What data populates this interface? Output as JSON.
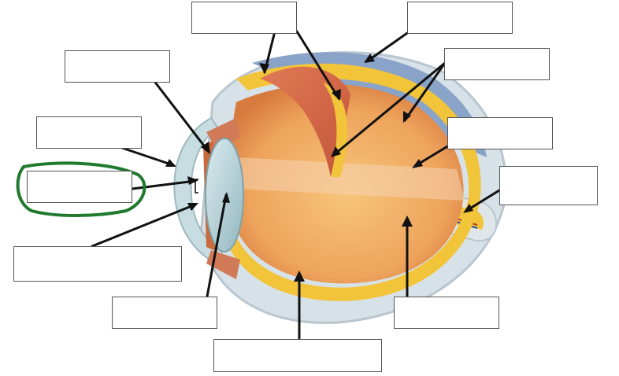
{
  "diagram": {
    "labels": [
      {
        "id": "top-center",
        "text": ""
      },
      {
        "id": "top-right",
        "text": ""
      },
      {
        "id": "upper-left",
        "text": ""
      },
      {
        "id": "right-1",
        "text": ""
      },
      {
        "id": "left-2",
        "text": ""
      },
      {
        "id": "right-2",
        "text": ""
      },
      {
        "id": "left-3",
        "text": "",
        "highlighted": true
      },
      {
        "id": "right-3",
        "text": ""
      },
      {
        "id": "left-4",
        "text": ""
      },
      {
        "id": "bottom-left",
        "text": ""
      },
      {
        "id": "bottom-right",
        "text": ""
      },
      {
        "id": "bottom-center",
        "text": ""
      }
    ]
  },
  "colors": {
    "sclera": "#d9e3ea",
    "choroid_blue": "#8aa3c8",
    "retina_yellow": "#f2c43a",
    "vitreous_orange": "#f0a45a",
    "cornea": "#c7dde2",
    "highlight_circle": "#1f7a2e",
    "arrow": "#111111"
  }
}
